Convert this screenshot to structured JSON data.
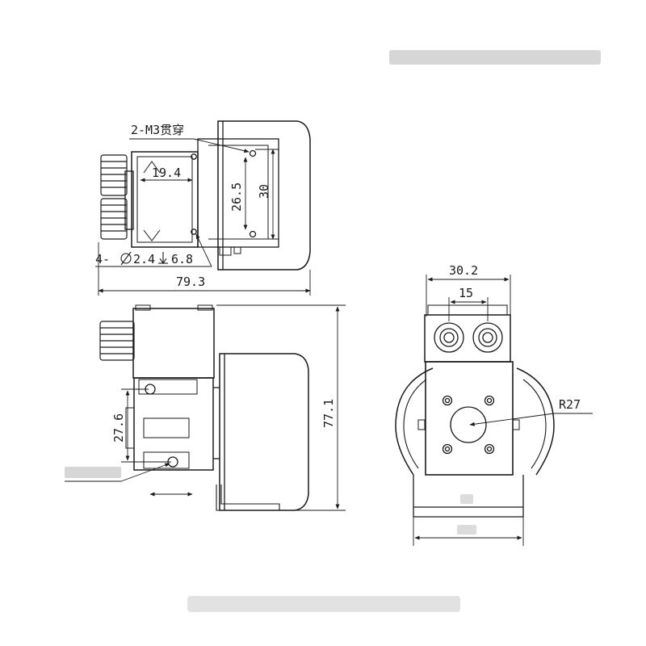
{
  "drawing": {
    "top_view": {
      "callout_mount": "2-M3贯穿",
      "callout_holes": "4-",
      "hole_spec": "2.4",
      "hole_depth": "6.8",
      "dim_hole_spacing_x": "19.4",
      "dim_mount_spacing_inner": "26.5",
      "dim_mount_spacing_outer": "30",
      "dim_overall_length": "79.3"
    },
    "side_view": {
      "dim_height": "77.1",
      "dim_port_spacing": "27.6"
    },
    "front_view": {
      "dim_width": "30.2",
      "dim_port_center": "15",
      "dim_radius": "R27"
    },
    "colors": {
      "line": "#1a1a1a",
      "watermark": "#d0d0d0"
    }
  }
}
